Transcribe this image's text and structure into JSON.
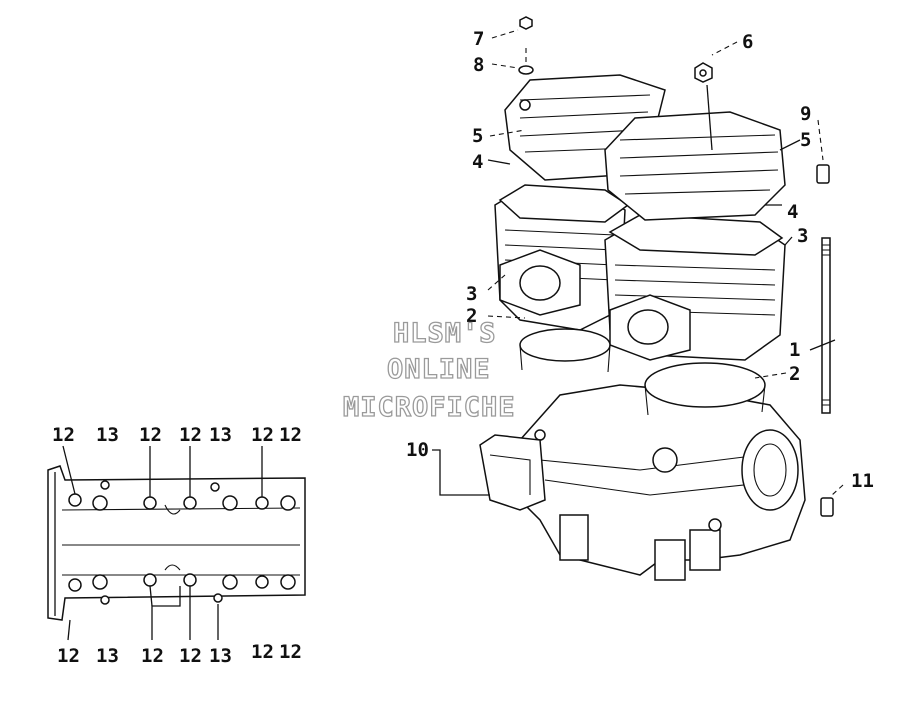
{
  "watermark": {
    "line1": "HLSM'S",
    "line2": "ONLINE",
    "line3": "MICROFICHE"
  },
  "callouts_main": [
    {
      "id": "c7",
      "text": "7"
    },
    {
      "id": "c8",
      "text": "8"
    },
    {
      "id": "c6",
      "text": "6"
    },
    {
      "id": "c5a",
      "text": "5"
    },
    {
      "id": "c4a",
      "text": "4"
    },
    {
      "id": "c9",
      "text": "9"
    },
    {
      "id": "c5b",
      "text": "5"
    },
    {
      "id": "c4b",
      "text": "4"
    },
    {
      "id": "c3a",
      "text": "3"
    },
    {
      "id": "c3b",
      "text": "3"
    },
    {
      "id": "c2a",
      "text": "2"
    },
    {
      "id": "c1",
      "text": "1"
    },
    {
      "id": "c2b",
      "text": "2"
    },
    {
      "id": "c10",
      "text": "10"
    },
    {
      "id": "c11",
      "text": "11"
    }
  ],
  "callouts_top_row": [
    "12",
    "13",
    "12",
    "12",
    "13",
    "12",
    "12"
  ],
  "callouts_bottom_row": [
    "12",
    "13",
    "12",
    "12",
    "13",
    "12",
    "12"
  ]
}
